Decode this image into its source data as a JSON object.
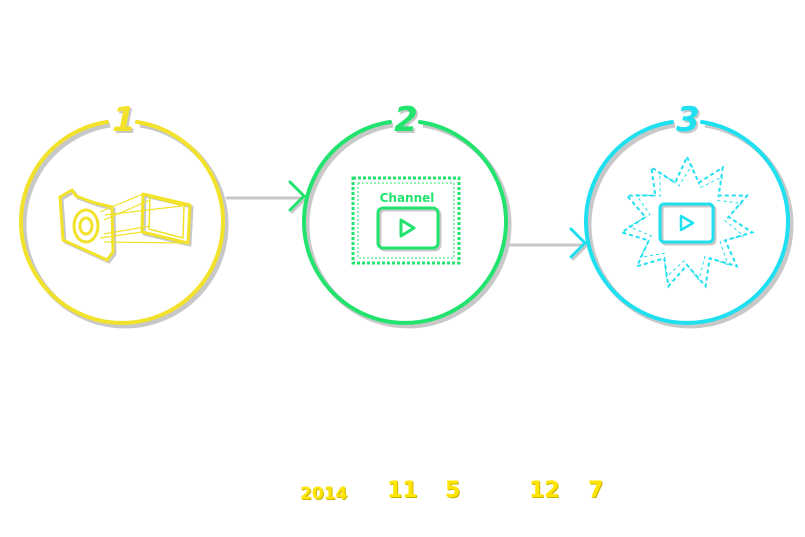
{
  "steps": [
    {
      "number": "1",
      "color": "#f2e22a",
      "icon": "camera-projector-icon"
    },
    {
      "number": "2",
      "color": "#22e36e",
      "icon": "channel-video-icon",
      "label": "Channel"
    },
    {
      "number": "3",
      "color": "#1fe0f0",
      "icon": "burst-video-icon"
    }
  ],
  "shadow_color": "#c8c8c8",
  "footer": {
    "year": "2014",
    "month_a": "11",
    "day_a": "5",
    "month_b": "12",
    "day_b": "7"
  }
}
